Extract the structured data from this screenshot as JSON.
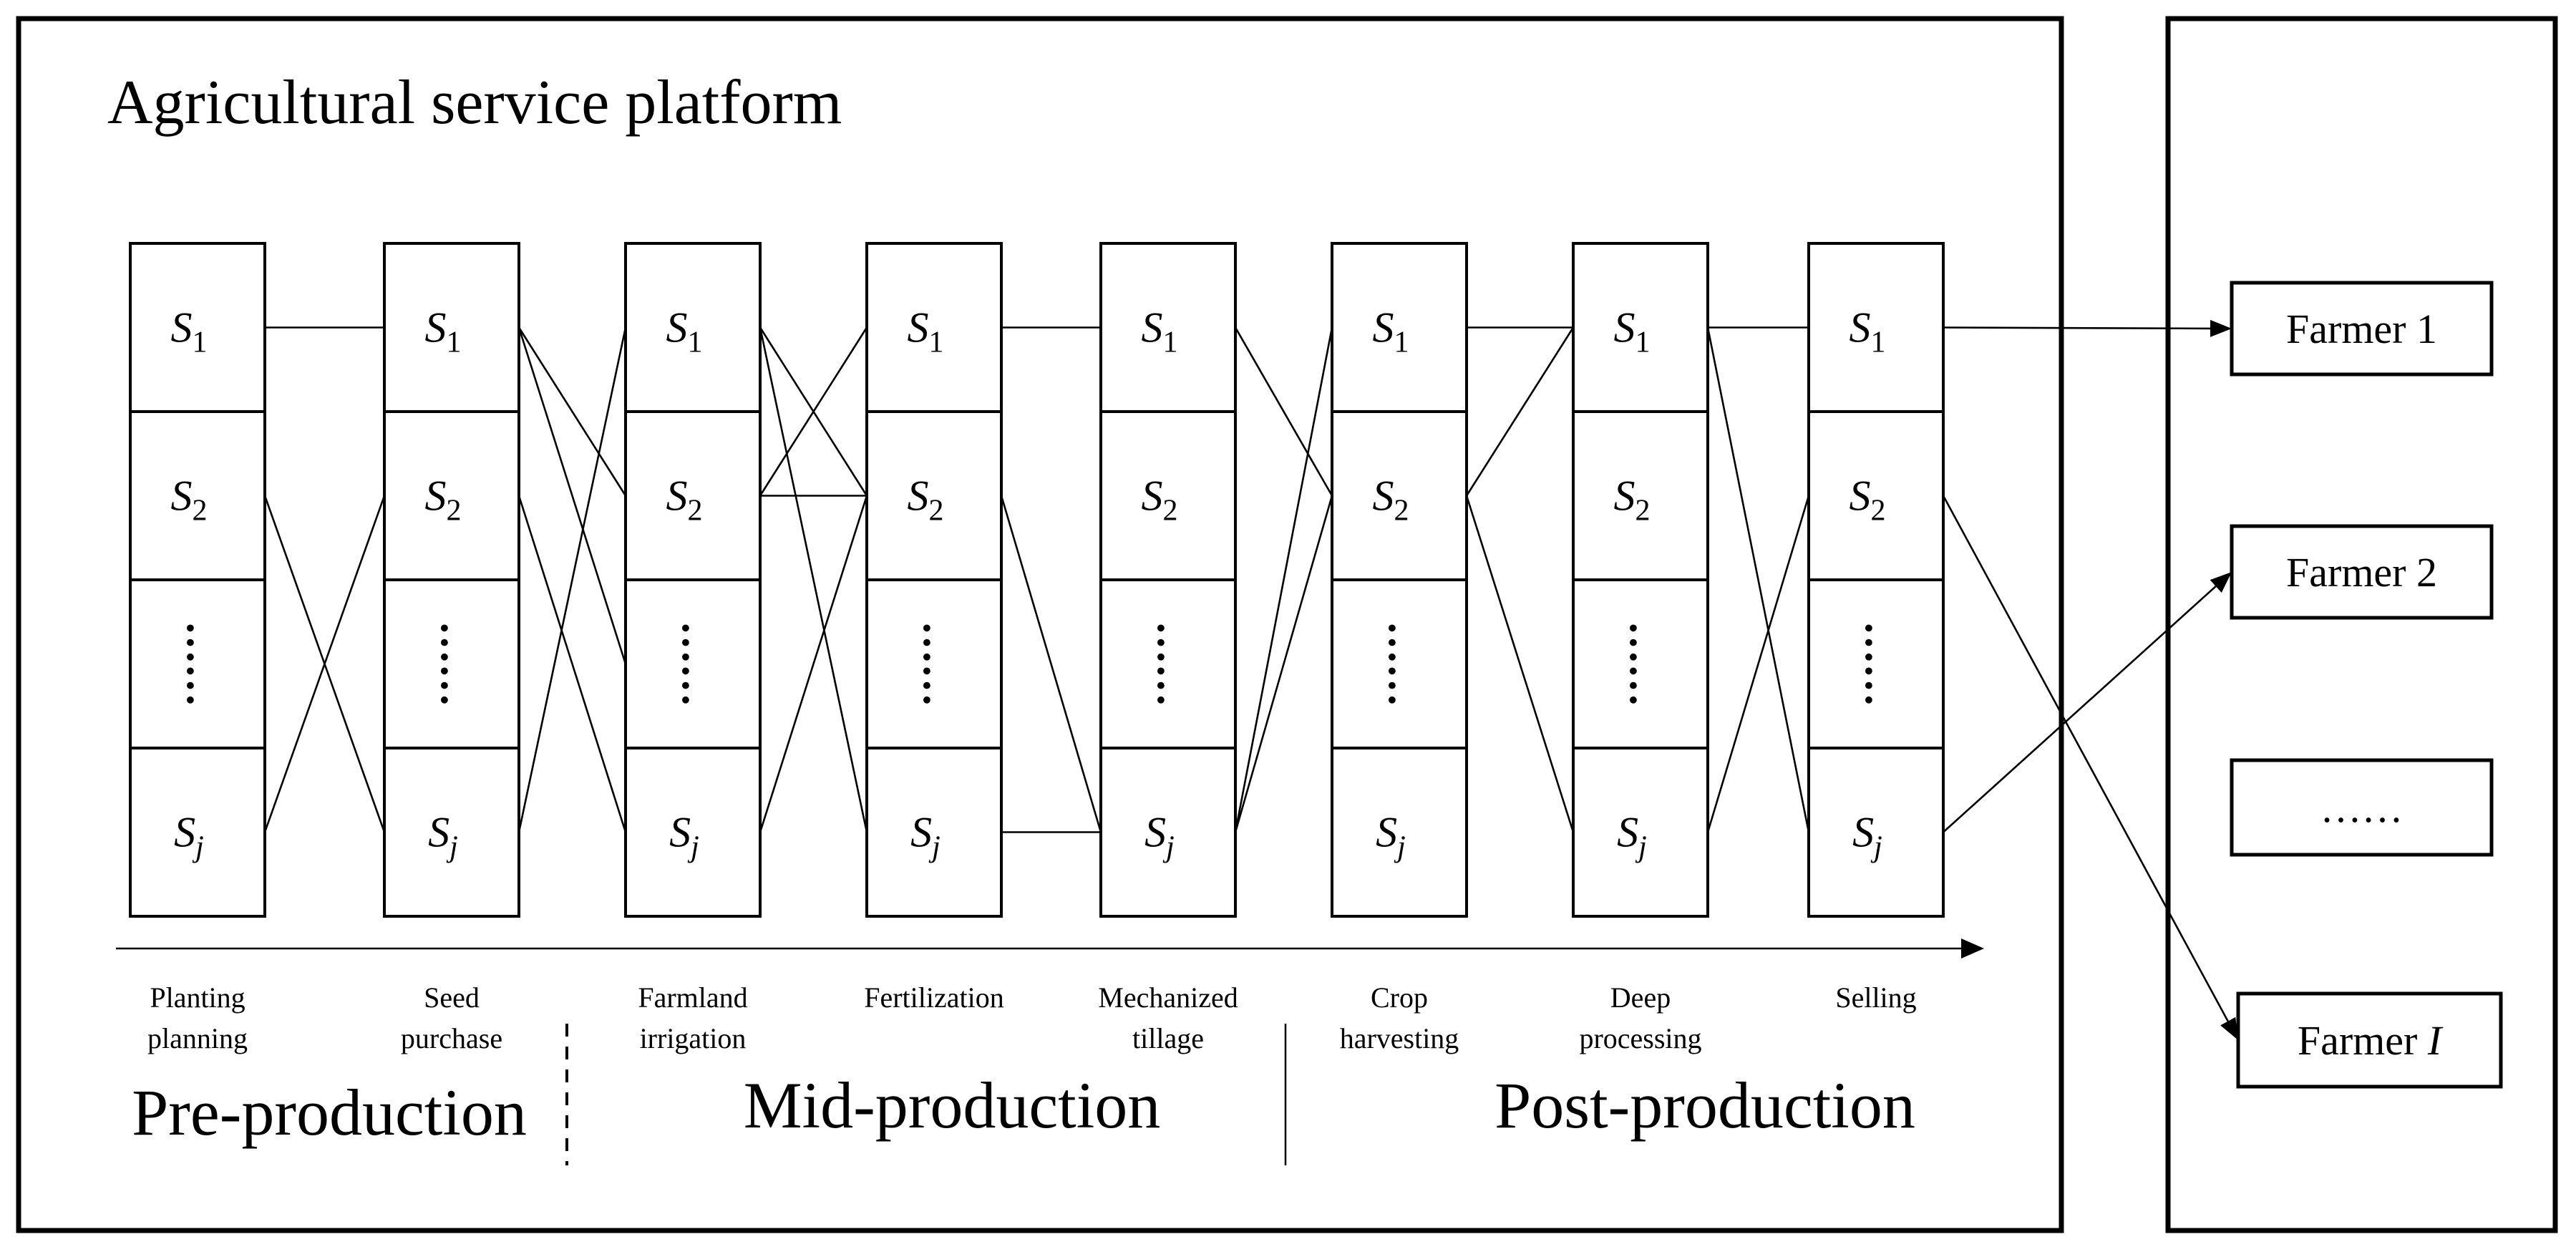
{
  "platform": {
    "title": "Agricultural service platform"
  },
  "service_label": {
    "symbol": "S",
    "subscripts": [
      "1",
      "2",
      "",
      "j"
    ],
    "ellipsis_index": 2
  },
  "stages": [
    [
      "Planting",
      "planning"
    ],
    [
      "Seed",
      "purchase"
    ],
    [
      "Farmland",
      "irrigation"
    ],
    [
      "Fertilization"
    ],
    [
      "Mechanized",
      "tillage"
    ],
    [
      "Crop",
      "harvesting"
    ],
    [
      "Deep",
      "processing"
    ],
    [
      "Selling"
    ]
  ],
  "phases": [
    "Pre-production",
    "Mid-production",
    "Post-production"
  ],
  "farmers": [
    {
      "label": "Farmer 1",
      "suffix": ""
    },
    {
      "label": "Farmer 2",
      "suffix": ""
    },
    {
      "label": "……",
      "suffix": ""
    },
    {
      "label": "Farmer ",
      "suffix": "I"
    }
  ],
  "connections": [
    [
      [
        0,
        0
      ],
      [
        1,
        3
      ],
      [
        3,
        1
      ]
    ],
    [
      [
        0,
        2
      ],
      [
        0,
        1
      ],
      [
        1,
        3
      ],
      [
        3,
        0
      ]
    ],
    [
      [
        0,
        3
      ],
      [
        1,
        0
      ],
      [
        1,
        1
      ],
      [
        0,
        1
      ],
      [
        3,
        1
      ]
    ],
    [
      [
        0,
        0
      ],
      [
        1,
        3
      ],
      [
        3,
        3
      ]
    ],
    [
      [
        0,
        1
      ],
      [
        3,
        0
      ],
      [
        3,
        1
      ]
    ],
    [
      [
        0,
        0
      ],
      [
        1,
        0
      ],
      [
        1,
        3
      ]
    ],
    [
      [
        0,
        0
      ],
      [
        0,
        3
      ],
      [
        3,
        1
      ]
    ]
  ],
  "farmer_links": [
    [
      0,
      0
    ],
    [
      1,
      3
    ],
    [
      3,
      1
    ]
  ]
}
